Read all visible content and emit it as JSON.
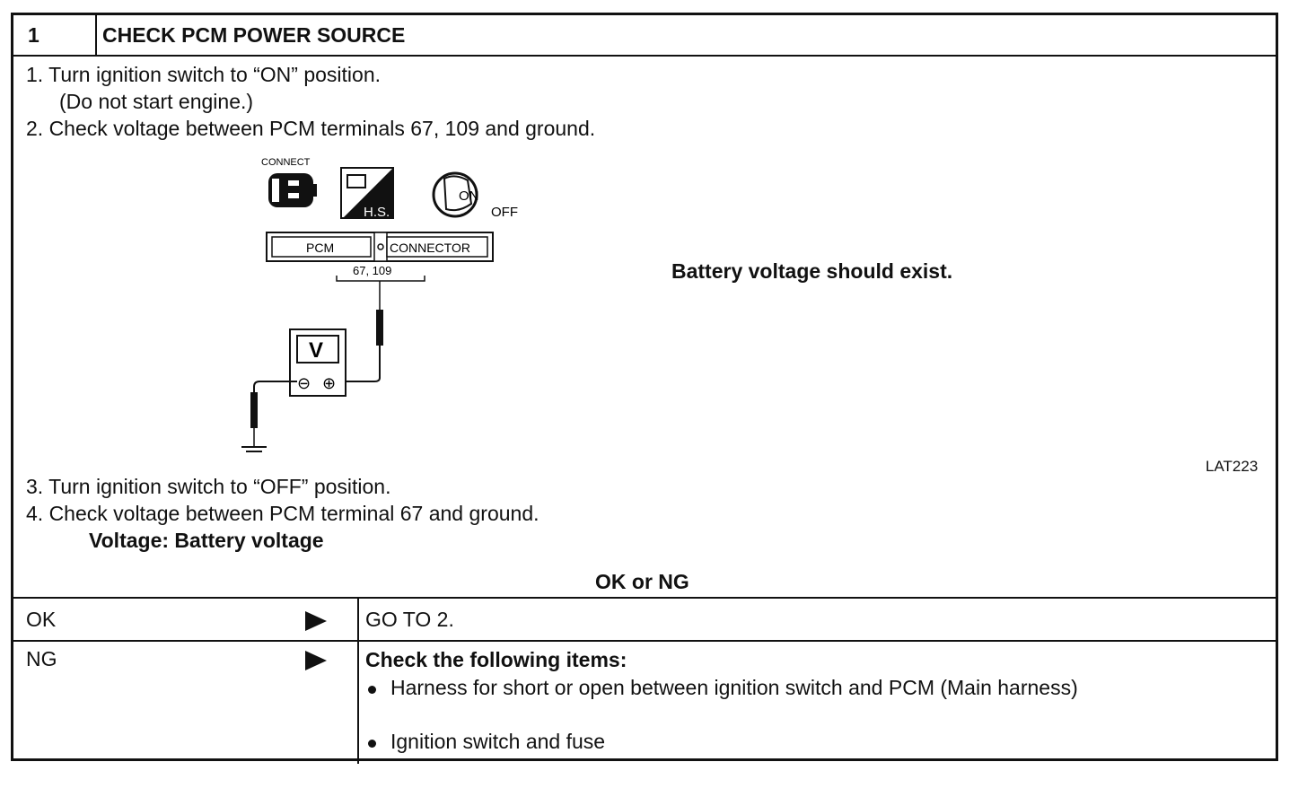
{
  "header": {
    "step_number": "1",
    "title": "CHECK PCM POWER SOURCE"
  },
  "instructions": {
    "step1": "1.  Turn ignition switch to “ON” position.",
    "step1_note": "(Do not start engine.)",
    "step2": "2.  Check voltage between PCM terminals 67, 109 and ground.",
    "step3": "3.  Turn ignition switch to “OFF” position.",
    "step4": "4.  Check voltage between PCM terminal 67 and ground.",
    "spec": "Voltage: Battery voltage"
  },
  "diagram": {
    "connect_label": "CONNECT",
    "hs_label": "H.S.",
    "on_label": "ON",
    "off_label": "OFF",
    "connector_left": "PCM",
    "connector_right": "CONNECTOR",
    "terminals": "67, 109",
    "meter_label": "V",
    "minus": "⊖",
    "plus": "⊕",
    "result": "Battery voltage should exist.",
    "figure_id": "LAT223"
  },
  "judgement": {
    "title": "OK or NG",
    "ok_label": "OK",
    "ok_action": "GO TO 2.",
    "ng_label": "NG",
    "ng_title": "Check the following items:",
    "ng_items": [
      "Harness for short or open between ignition switch and PCM (Main harness)",
      "Ignition switch and fuse"
    ]
  }
}
